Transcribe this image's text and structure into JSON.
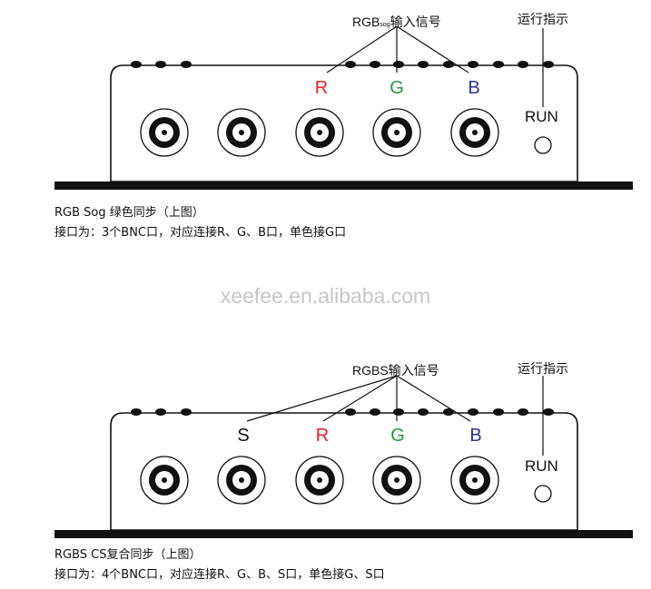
{
  "colors": {
    "red": "#e8202a",
    "green": "#1f9a3a",
    "blue": "#27358f",
    "line": "#111111",
    "watermark": "#c8c8c8"
  },
  "diagram1": {
    "input_label_main": "RGB",
    "input_label_sub": "sog",
    "input_label_tail": "输入信号",
    "run_indicator_label": "运行指示",
    "run_text": "RUN",
    "ports": [
      "R",
      "G",
      "B"
    ],
    "caption_line1": "RGB Sog 绿色同步（上图）",
    "caption_line2": "接口为：3个BNC口，对应连接R、G、B口，单色接G口"
  },
  "watermark": "xeefee.en.alibaba.com",
  "diagram2": {
    "input_label": "RGBS输入信号",
    "run_indicator_label": "运行指示",
    "run_text": "RUN",
    "ports": [
      "S",
      "R",
      "G",
      "B"
    ],
    "caption_line1": "RGBS CS复合同步（上图）",
    "caption_line2": "接口为：4个BNC口，对应连接R、G、B、S口，单色接G、S口"
  }
}
